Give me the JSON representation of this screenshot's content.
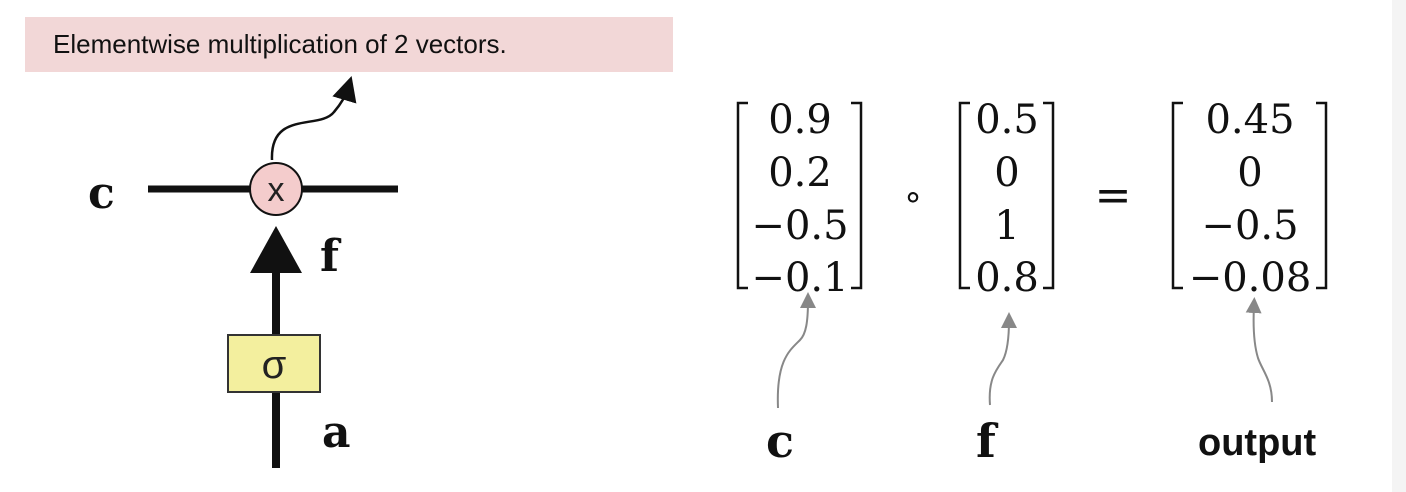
{
  "callout": {
    "text": "Elementwise multiplication of 2 vectors."
  },
  "gate": {
    "cell_label": "c",
    "forget_label": "f",
    "input_label": "a",
    "multiply_symbol": "x",
    "activation_symbol": "σ",
    "multiply_fill": "#f4cccc",
    "activation_fill": "#f3ef9e"
  },
  "equation": {
    "vector_c": [
      "0.9",
      "0.2",
      "−0.5",
      "−0.1"
    ],
    "vector_f": [
      "0.5",
      "0",
      "1",
      "0.8"
    ],
    "vector_out": [
      "0.45",
      "0",
      "−0.5",
      "−0.08"
    ],
    "hadamard_op": "∘",
    "equals_op": "="
  },
  "bottom_labels": {
    "c": "c",
    "f": "f",
    "output": "output"
  }
}
